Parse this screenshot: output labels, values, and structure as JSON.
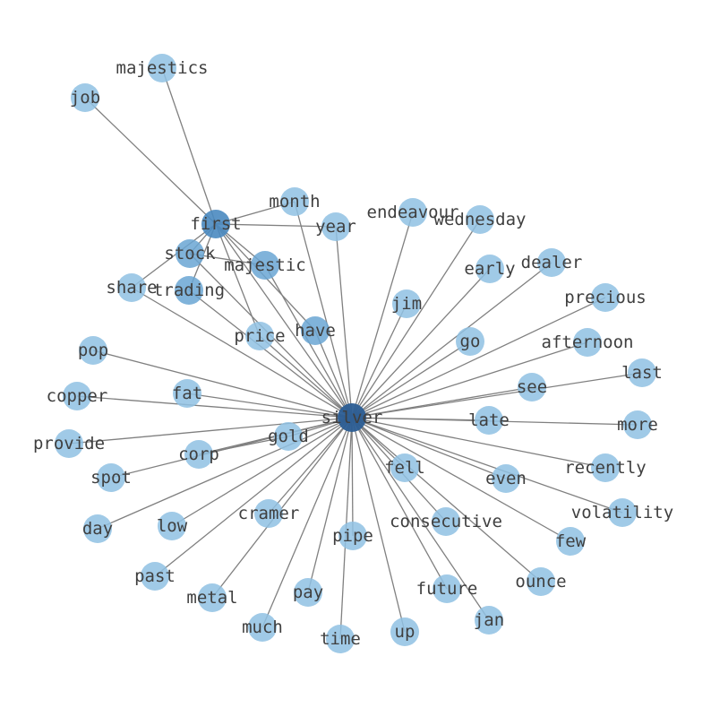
{
  "graph": {
    "colors": {
      "edge": "#808080",
      "node": "#8fc1e3",
      "node_hub": "#4a89c0",
      "node_center": "#2b5d93",
      "label": "#3f3f3f"
    },
    "nodes": [
      {
        "id": "silver",
        "level": "center"
      },
      {
        "id": "first",
        "level": "hub"
      },
      {
        "id": "majestic",
        "level": "mid"
      },
      {
        "id": "stock",
        "level": "mid"
      },
      {
        "id": "trading",
        "level": "mid"
      },
      {
        "id": "have",
        "level": "mid"
      },
      {
        "id": "majestics",
        "level": "leaf"
      },
      {
        "id": "job",
        "level": "leaf"
      },
      {
        "id": "month",
        "level": "leaf"
      },
      {
        "id": "year",
        "level": "leaf"
      },
      {
        "id": "endeavour",
        "level": "leaf"
      },
      {
        "id": "wednesday",
        "level": "leaf"
      },
      {
        "id": "dealer",
        "level": "leaf"
      },
      {
        "id": "early",
        "level": "leaf"
      },
      {
        "id": "share",
        "level": "leaf"
      },
      {
        "id": "precious",
        "level": "leaf"
      },
      {
        "id": "jim",
        "level": "leaf"
      },
      {
        "id": "price",
        "level": "leaf"
      },
      {
        "id": "go",
        "level": "leaf"
      },
      {
        "id": "afternoon",
        "level": "leaf"
      },
      {
        "id": "pop",
        "level": "leaf"
      },
      {
        "id": "last",
        "level": "leaf"
      },
      {
        "id": "see",
        "level": "leaf"
      },
      {
        "id": "copper",
        "level": "leaf"
      },
      {
        "id": "fat",
        "level": "leaf"
      },
      {
        "id": "late",
        "level": "leaf"
      },
      {
        "id": "more",
        "level": "leaf"
      },
      {
        "id": "gold",
        "level": "leaf"
      },
      {
        "id": "provide",
        "level": "leaf"
      },
      {
        "id": "corp",
        "level": "leaf"
      },
      {
        "id": "recently",
        "level": "leaf"
      },
      {
        "id": "fell",
        "level": "leaf"
      },
      {
        "id": "even",
        "level": "leaf"
      },
      {
        "id": "spot",
        "level": "leaf"
      },
      {
        "id": "volatility",
        "level": "leaf"
      },
      {
        "id": "cramer",
        "level": "leaf"
      },
      {
        "id": "consecutive",
        "level": "leaf"
      },
      {
        "id": "day",
        "level": "leaf"
      },
      {
        "id": "low",
        "level": "leaf"
      },
      {
        "id": "few",
        "level": "leaf"
      },
      {
        "id": "pipe",
        "level": "leaf"
      },
      {
        "id": "past",
        "level": "leaf"
      },
      {
        "id": "ounce",
        "level": "leaf"
      },
      {
        "id": "future",
        "level": "leaf"
      },
      {
        "id": "metal",
        "level": "leaf"
      },
      {
        "id": "pay",
        "level": "leaf"
      },
      {
        "id": "jan",
        "level": "leaf"
      },
      {
        "id": "much",
        "level": "leaf"
      },
      {
        "id": "up",
        "level": "leaf"
      },
      {
        "id": "time",
        "level": "leaf"
      }
    ],
    "edges": [
      [
        "first",
        "majestics"
      ],
      [
        "first",
        "job"
      ],
      [
        "first",
        "month"
      ],
      [
        "first",
        "year"
      ],
      [
        "first",
        "stock"
      ],
      [
        "first",
        "majestic"
      ],
      [
        "first",
        "share"
      ],
      [
        "first",
        "trading"
      ],
      [
        "first",
        "price"
      ],
      [
        "first",
        "have"
      ],
      [
        "first",
        "silver"
      ],
      [
        "stock",
        "majestic"
      ],
      [
        "stock",
        "silver"
      ],
      [
        "trading",
        "silver"
      ],
      [
        "majestic",
        "silver"
      ],
      [
        "have",
        "silver"
      ],
      [
        "share",
        "silver"
      ],
      [
        "month",
        "silver"
      ],
      [
        "year",
        "silver"
      ],
      [
        "endeavour",
        "silver"
      ],
      [
        "wednesday",
        "silver"
      ],
      [
        "dealer",
        "silver"
      ],
      [
        "early",
        "silver"
      ],
      [
        "precious",
        "silver"
      ],
      [
        "jim",
        "silver"
      ],
      [
        "price",
        "silver"
      ],
      [
        "go",
        "silver"
      ],
      [
        "afternoon",
        "silver"
      ],
      [
        "pop",
        "silver"
      ],
      [
        "last",
        "silver"
      ],
      [
        "see",
        "silver"
      ],
      [
        "copper",
        "silver"
      ],
      [
        "fat",
        "silver"
      ],
      [
        "late",
        "silver"
      ],
      [
        "more",
        "silver"
      ],
      [
        "gold",
        "silver"
      ],
      [
        "provide",
        "silver"
      ],
      [
        "corp",
        "silver"
      ],
      [
        "corp",
        "gold"
      ],
      [
        "recently",
        "silver"
      ],
      [
        "fell",
        "silver"
      ],
      [
        "even",
        "silver"
      ],
      [
        "spot",
        "silver"
      ],
      [
        "volatility",
        "silver"
      ],
      [
        "cramer",
        "silver"
      ],
      [
        "consecutive",
        "silver"
      ],
      [
        "day",
        "silver"
      ],
      [
        "low",
        "silver"
      ],
      [
        "few",
        "silver"
      ],
      [
        "pipe",
        "silver"
      ],
      [
        "past",
        "silver"
      ],
      [
        "ounce",
        "silver"
      ],
      [
        "future",
        "silver"
      ],
      [
        "metal",
        "silver"
      ],
      [
        "pay",
        "silver"
      ],
      [
        "jan",
        "silver"
      ],
      [
        "much",
        "silver"
      ],
      [
        "up",
        "silver"
      ],
      [
        "time",
        "silver"
      ]
    ]
  }
}
